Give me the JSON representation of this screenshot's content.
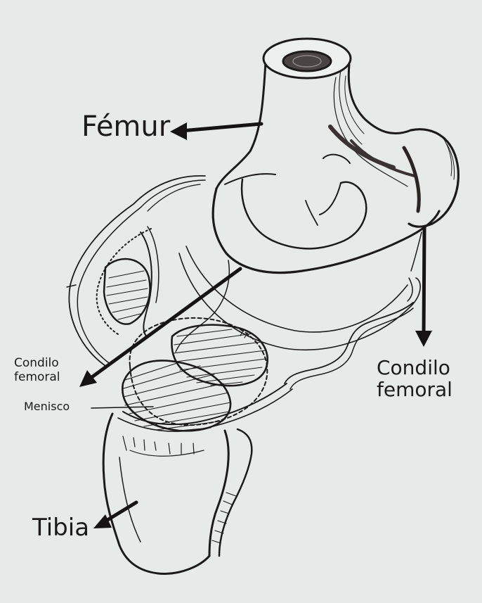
{
  "labels": {
    "femur": "Fémur",
    "condilo_femoral_right": {
      "line1": "Condilo",
      "line2": "femoral"
    },
    "condilo_femoral_left": {
      "line1": "Condilo",
      "line2": "femoral"
    },
    "menisco": "Menisco",
    "tibia": "Tibia"
  },
  "colors": {
    "background": "#e7eae9",
    "ink": "#1c1a1a"
  }
}
